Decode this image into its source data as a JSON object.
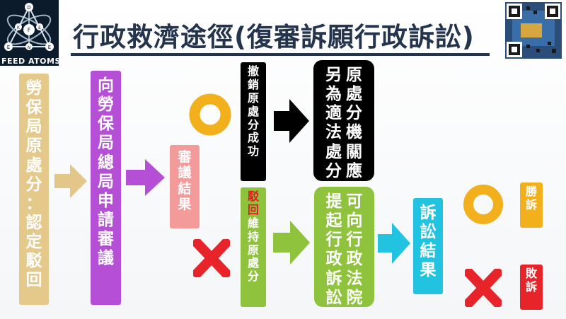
{
  "header": {
    "title": "行政救濟途徑(復審訴願行政訴訟)",
    "brand": "FEED ATOMS"
  },
  "logo": {
    "letters": [
      "D",
      "K",
      "F",
      "E",
      "E",
      "N",
      "E"
    ],
    "colors": {
      "bg": "#0c1b2b",
      "ring": "#9fb4c9",
      "dot": "#ffffff"
    }
  },
  "boxes": {
    "ministry": "勞保局原處分：認定駁回",
    "apply": "向勞保局總局申請審議",
    "review_result": "審議結果",
    "revoke": "撤銷原處分成功",
    "reject_red": "駁回",
    "reject_rest": "維持原處分",
    "other_col1": "另為適法處分",
    "other_col2": "原處分機關應",
    "sue_col1": "提起行政訴訟",
    "sue_col2": "可向行政法院",
    "litigation_result": "訴訟結果",
    "win": "勝訴",
    "lose": "敗訴"
  },
  "colors": {
    "title": "#24344d",
    "tan": "#e5c98a",
    "purple": "#b550d6",
    "pink": "#f39b9a",
    "black": "#000000",
    "green": "#8fc23d",
    "cyan": "#22c3e0",
    "orange": "#f2b01c",
    "red": "#e8242b"
  },
  "icons": {
    "accept": "circle-icon",
    "reject": "cross-icon",
    "arrow": "right-arrow-icon",
    "qr": "qr-code-icon"
  }
}
